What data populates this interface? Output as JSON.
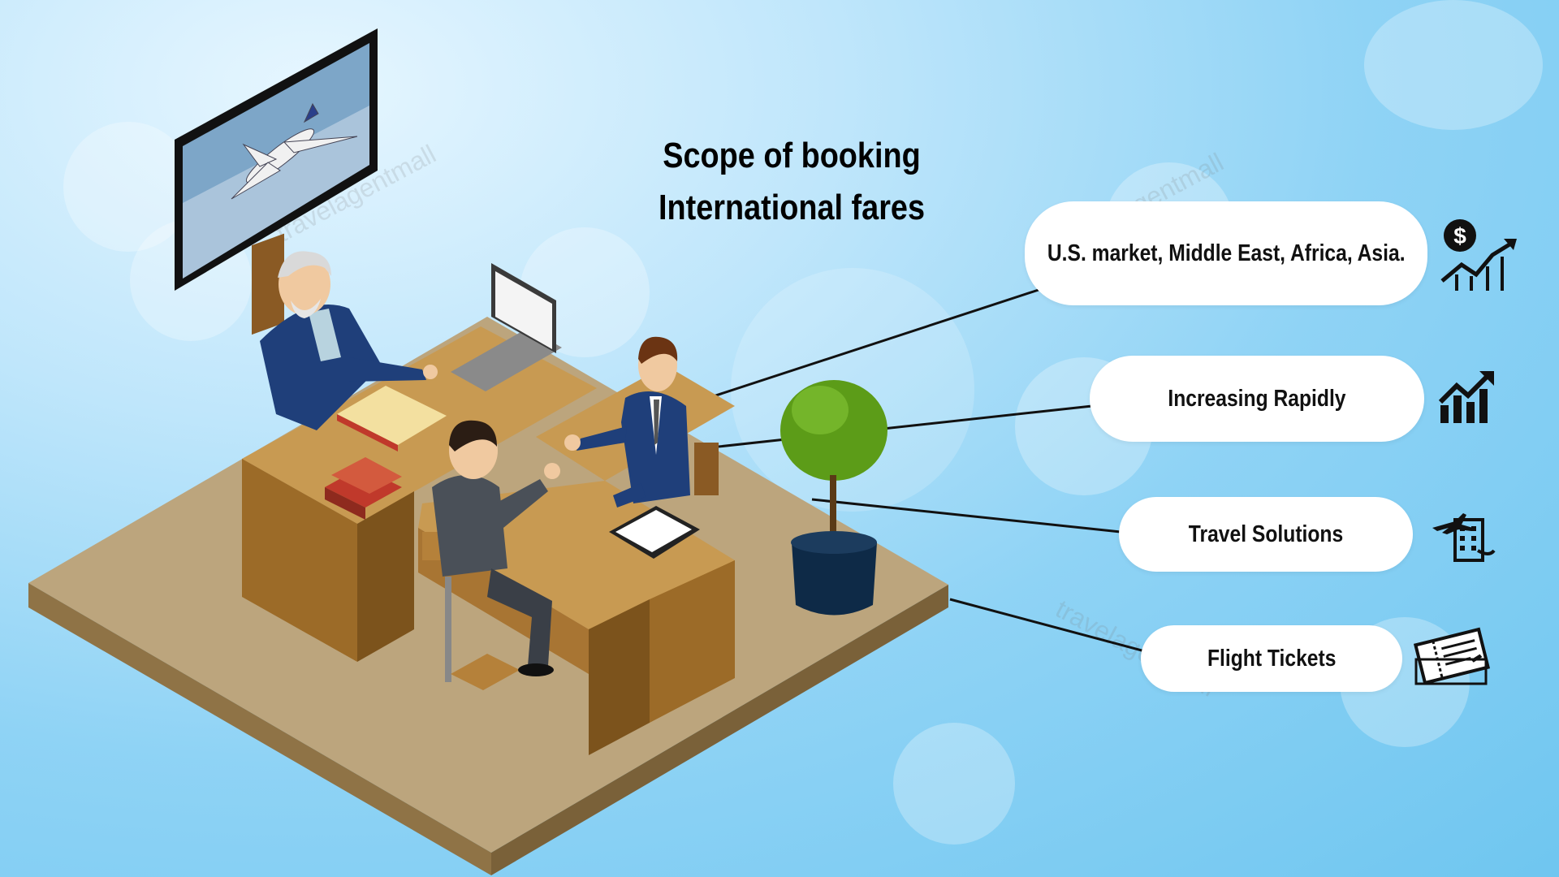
{
  "title": {
    "line1": "Scope of booking",
    "line2": "International fares"
  },
  "items": [
    {
      "label": "U.S. market, Middle East, Africa, Asia.",
      "icon": "dollar-growth-chart-icon"
    },
    {
      "label": "Increasing Rapidly",
      "icon": "growth-bar-chart-icon"
    },
    {
      "label": "Travel Solutions",
      "icon": "airplane-hotel-icon"
    },
    {
      "label": "Flight Tickets",
      "icon": "flight-ticket-icon"
    }
  ],
  "watermark": "travelagentmall",
  "colors": {
    "desk": "#b5813a",
    "floor": "#bca57d",
    "plant": "#5c9c18",
    "suit": "#1f3f7a",
    "connector": "#111111"
  }
}
